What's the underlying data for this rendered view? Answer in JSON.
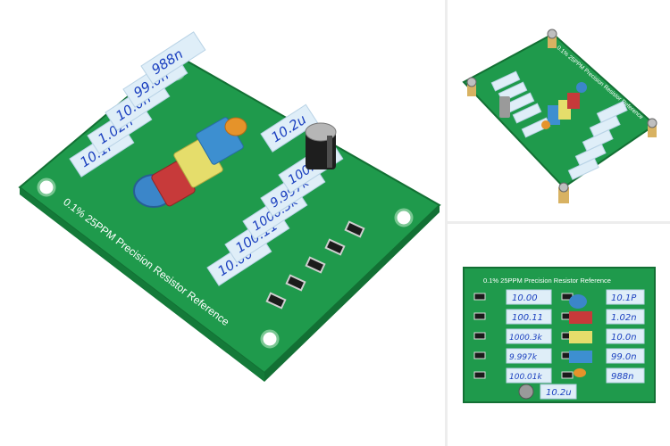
{
  "board": {
    "title": "0.1% 25PPM Precision Resistor Reference",
    "colors": {
      "pcb": "#1f9a4c",
      "pcb_dark": "#157a39",
      "label": "#dfeef8",
      "ink": "#1a3fbf"
    }
  },
  "resistor_labels": [
    "10.00",
    "100.11",
    "1000.3k",
    "9.997k",
    "100.01k"
  ],
  "capacitor_labels": [
    "10.1P",
    "1.02n",
    "10.0n",
    "99.0n",
    "988n"
  ],
  "electrolytic_label": "10.2u"
}
